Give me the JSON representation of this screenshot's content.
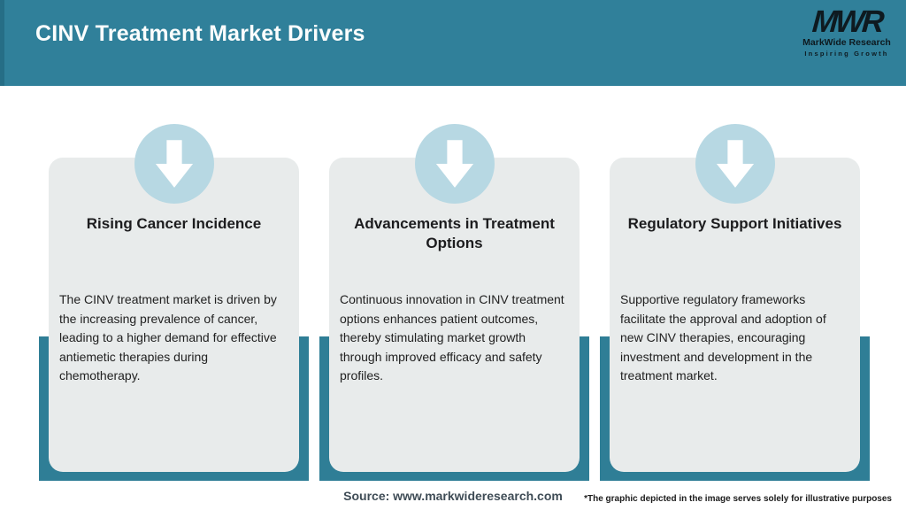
{
  "header": {
    "title": "CINV Treatment Market Drivers",
    "logo": {
      "acronym": "MWR",
      "name": "MarkWide Research",
      "tagline": "Inspiring Growth"
    }
  },
  "cards": [
    {
      "icon": "down-arrow-icon",
      "title": "Rising Cancer Incidence",
      "body": "The CINV treatment market is driven by\nthe increasing prevalence of cancer,\nleading to a higher demand for effective\nantiemetic therapies during\nchemotherapy."
    },
    {
      "icon": "down-arrow-icon",
      "title": "Advancements in Treatment Options",
      "body": "Continuous innovation in CINV treatment\noptions enhances patient outcomes,\nthereby stimulating market growth\nthrough improved efficacy and safety\nprofiles."
    },
    {
      "icon": "down-arrow-icon",
      "title": "Regulatory Support Initiatives",
      "body": "Supportive regulatory frameworks\nfacilitate the approval and adoption of\nnew CINV therapies, encouraging\ninvestment and development in the\ntreatment market."
    }
  ],
  "footer": {
    "source": "Source: www.markwideresearch.com",
    "disclaimer": "*The graphic depicted in the image serves solely for illustrative purposes"
  },
  "colors": {
    "header_teal": "#30809a",
    "pillar_teal": "#2f7e96",
    "circle_blue": "#b7d8e3",
    "card_gray": "#e8ebeb",
    "title_white": "#fbfdfd",
    "text_dark": "#212121"
  }
}
